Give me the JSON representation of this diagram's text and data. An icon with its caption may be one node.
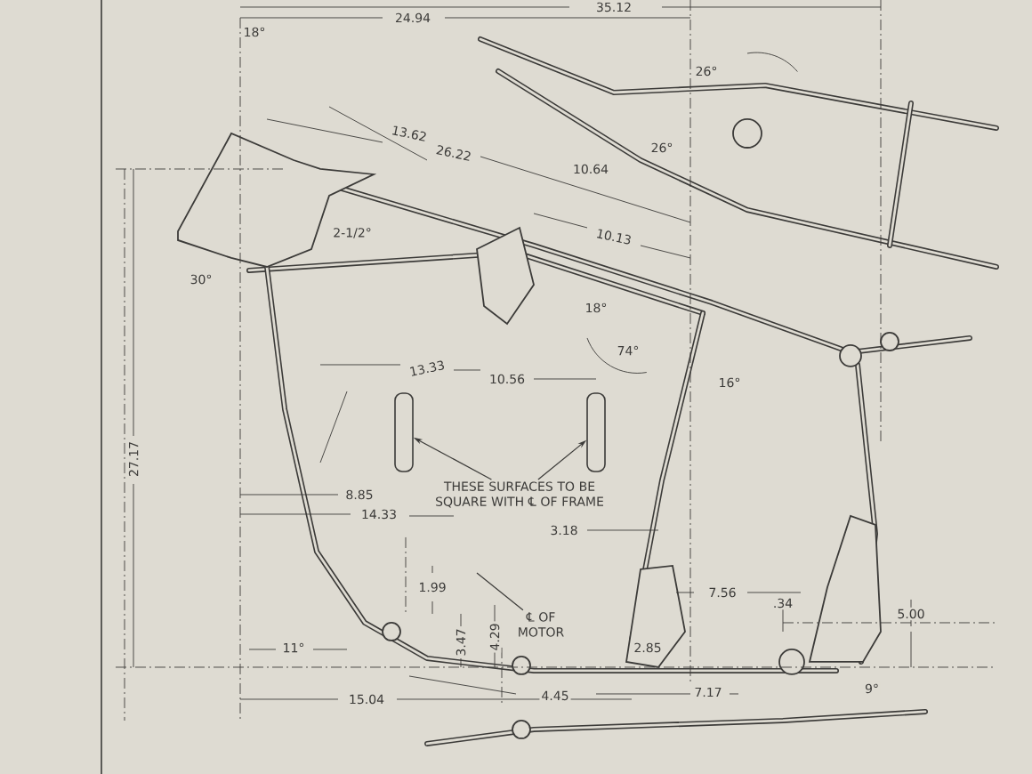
{
  "diagram": {
    "nodes": [
      {
        "text": [
          "THESE SURFACES TO BE SQUARE WITH ℄ OF FRAME"
        ]
      },
      {
        "text": [],
        "shape": "bar"
      },
      {
        "text": [],
        "shape": "bar"
      },
      {
        "text": [
          "℄ OF MOTOR"
        ]
      }
    ],
    "edges": [
      {
        "from": 0,
        "to": 1,
        "arrow": "to"
      },
      {
        "from": 0,
        "to": 2,
        "arrow": "to"
      },
      {
        "from": 3,
        "to": null,
        "arrow": "none"
      }
    ],
    "labels": [
      "35.12",
      "24.94",
      "18°",
      "26°",
      "13.62",
      "26.22",
      "26°",
      "10.64",
      "2-1/2°",
      "10.13",
      "30°",
      "18°",
      "74°",
      "13.33",
      "10.56",
      "16°",
      "27.17",
      "8.85",
      "14.33",
      "3.18",
      "1.99",
      "7.56",
      ".34",
      "5.00",
      "3.47",
      "4.29",
      "11°",
      "2.85",
      "9°",
      "7.17",
      "4.45",
      "15.04"
    ]
  }
}
